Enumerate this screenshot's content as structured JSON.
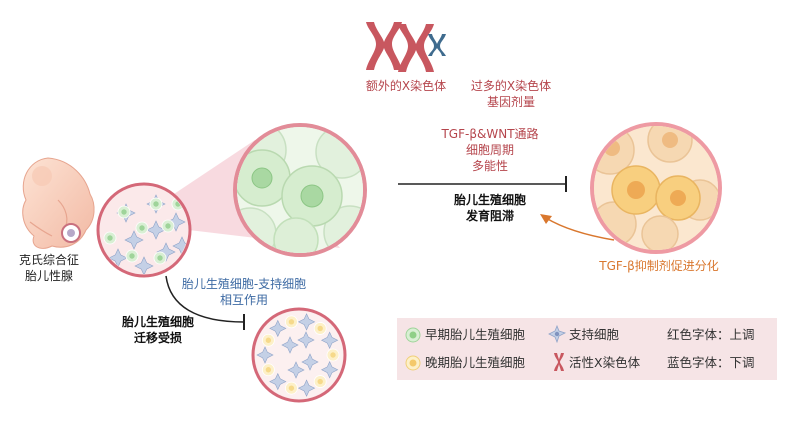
{
  "labels": {
    "extra_x": "额外的X染色体",
    "gene_dosage_line1": "过多的X染色体",
    "gene_dosage_line2": "基因剂量",
    "pathway_line1": "TGF-β&WNT通路",
    "pathway_line2": "细胞周期",
    "pathway_line3": "多能性",
    "arrest_line1": "胎儿生殖细胞",
    "arrest_line2": "发育阻滞",
    "klinefelter_line1": "克氏综合征",
    "klinefelter_line2": "胎儿性腺",
    "interaction_line1": "胎儿生殖细胞-支持细胞",
    "interaction_line2": "相互作用",
    "migration_line1": "胎儿生殖细胞",
    "migration_line2": "迁移受损",
    "tgf_inhibitor": "TGF-β抑制剂促进分化"
  },
  "legend": {
    "early": "早期胎儿生殖细胞",
    "late": "晚期胎儿生殖细胞",
    "sertoli": "支持细胞",
    "active_x": "活性X染色体",
    "red_font": "红色字体：上调",
    "blue_font": "蓝色字体：下调"
  },
  "colors": {
    "upregulated": "#b5454c",
    "downregulated": "#3d6aa3",
    "inhibitor": "#d9772e",
    "early_cell": "#9fd49a",
    "late_cell": "#f6d98a",
    "chromosome": "#c8575f",
    "active_chromosome": "#3f6b8e"
  }
}
